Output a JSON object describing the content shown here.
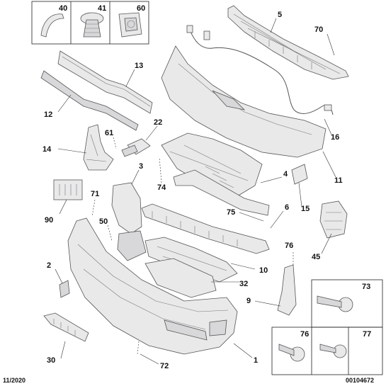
{
  "parts": [
    {
      "id": "p40",
      "label": "40"
    },
    {
      "id": "p41",
      "label": "41"
    },
    {
      "id": "p60",
      "label": "60"
    },
    {
      "id": "p5",
      "label": "5"
    },
    {
      "id": "p70",
      "label": "70"
    },
    {
      "id": "p13",
      "label": "13"
    },
    {
      "id": "p12",
      "label": "12"
    },
    {
      "id": "p16",
      "label": "16"
    },
    {
      "id": "p22",
      "label": "22"
    },
    {
      "id": "p61",
      "label": "61"
    },
    {
      "id": "p14",
      "label": "14"
    },
    {
      "id": "p11",
      "label": "11"
    },
    {
      "id": "p3",
      "label": "3"
    },
    {
      "id": "p74",
      "label": "74"
    },
    {
      "id": "p4",
      "label": "4"
    },
    {
      "id": "p71",
      "label": "71"
    },
    {
      "id": "p15",
      "label": "15"
    },
    {
      "id": "p90",
      "label": "90"
    },
    {
      "id": "p75",
      "label": "75"
    },
    {
      "id": "p6",
      "label": "6"
    },
    {
      "id": "p50",
      "label": "50"
    },
    {
      "id": "p45",
      "label": "45"
    },
    {
      "id": "p76a",
      "label": "76"
    },
    {
      "id": "p2",
      "label": "2"
    },
    {
      "id": "p10",
      "label": "10"
    },
    {
      "id": "p32",
      "label": "32"
    },
    {
      "id": "p73",
      "label": "73"
    },
    {
      "id": "p9",
      "label": "9"
    },
    {
      "id": "p76b",
      "label": "76"
    },
    {
      "id": "p77",
      "label": "77"
    },
    {
      "id": "p1",
      "label": "1"
    },
    {
      "id": "p30",
      "label": "30"
    },
    {
      "id": "p72",
      "label": "72"
    }
  ],
  "footer": {
    "date": "11/2020",
    "ref": "00104672"
  }
}
